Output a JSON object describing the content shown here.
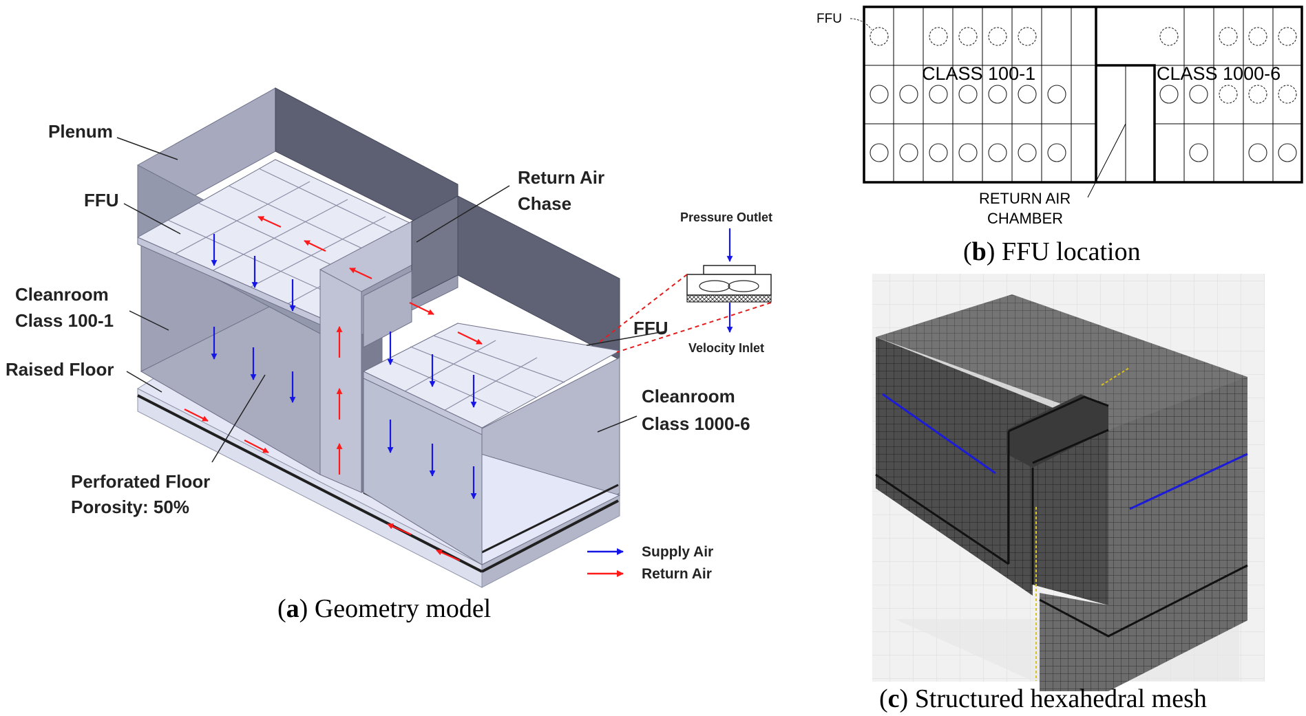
{
  "panel_a": {
    "caption_letter": "a",
    "caption_text": " Geometry model",
    "labels": {
      "plenum": "Plenum",
      "ffu": "FFU",
      "return_air_chase_1": "Return Air",
      "return_air_chase_2": "Chase",
      "cleanroom_100_1": "Cleanroom",
      "cleanroom_100_2": "Class 100-1",
      "raised_floor": "Raised Floor",
      "perforated_1": "Perforated Floor",
      "perforated_2": "Porosity: 50%",
      "ffu_right": "FFU",
      "cleanroom_1000_1": "Cleanroom",
      "cleanroom_1000_2": "Class 1000-6",
      "pressure_outlet": "Pressure Outlet",
      "velocity_inlet": "Velocity Inlet"
    },
    "legend": {
      "supply": "Supply Air",
      "return": "Return Air"
    },
    "colors": {
      "supply": "#1515e6",
      "return": "#ff1a1a",
      "dashed": "#e61c1c"
    }
  },
  "panel_b": {
    "caption_letter": "b",
    "caption_text": " FFU location",
    "labels": {
      "ffu": "FFU",
      "class100": "CLASS 100-1",
      "class1000": "CLASS 1000-6",
      "chamber_1": "RETURN AIR",
      "chamber_2": "CHAMBER"
    }
  },
  "panel_c": {
    "caption_letter": "c",
    "caption_text": " Structured hexahedral mesh"
  }
}
